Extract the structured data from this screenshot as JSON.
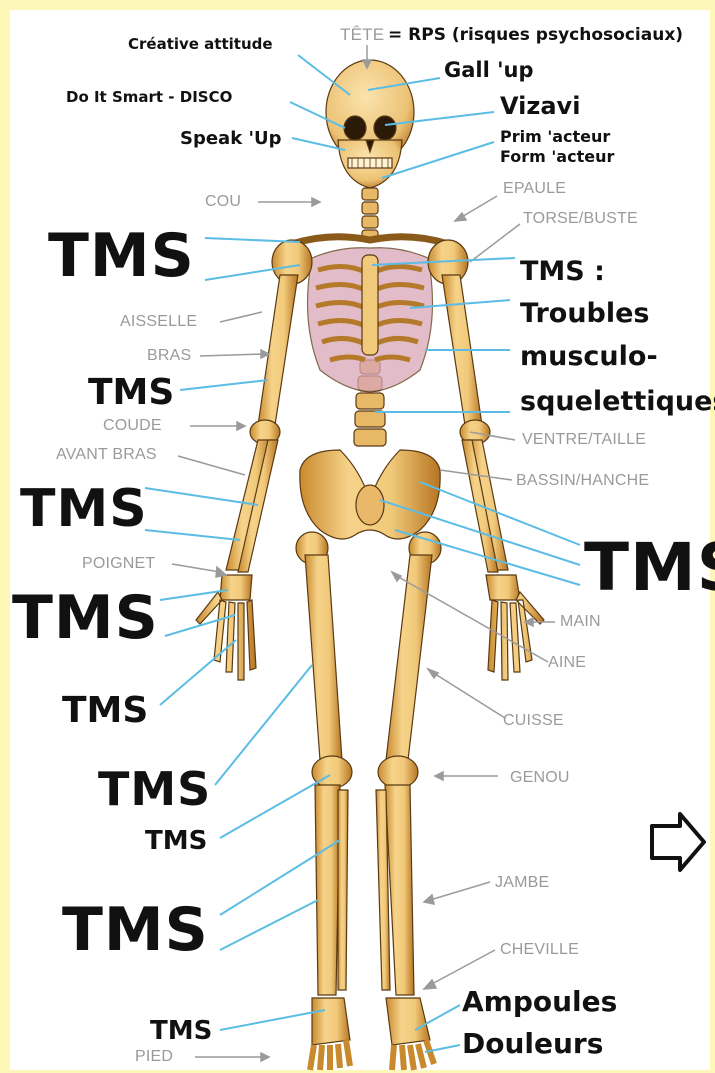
{
  "header": {
    "tete_label": "TÊTE",
    "rps_label": "= RPS (risques psychosociaux)"
  },
  "programs": {
    "creative": "Créative attitude",
    "gallup": "Gall 'up",
    "disco": "Do It Smart - DISCO",
    "vizavi": "Vizavi",
    "speakup": "Speak 'Up",
    "prim": "Prim 'acteur",
    "form": "Form 'acteur"
  },
  "anatomy": {
    "cou": "COU",
    "epaule": "EPAULE",
    "torse": "TORSE/BUSTE",
    "aisselle": "AISSELLE",
    "bras": "BRAS",
    "coude": "COUDE",
    "avant_bras": "AVANT BRAS",
    "ventre": "VENTRE/TAILLE",
    "bassin": "BASSIN/HANCHE",
    "poignet": "POIGNET",
    "main": "MAIN",
    "aine": "AINE",
    "cuisse": "CUISSE",
    "genou": "GENOU",
    "jambe": "JAMBE",
    "cheville": "CHEVILLE",
    "pied": "PIED"
  },
  "tms": {
    "shoulder": "TMS",
    "arm": "TMS",
    "forearm": "TMS",
    "wrist": "TMS",
    "hand": "TMS",
    "right": "TMS",
    "thigh": "TMS",
    "knee": "TMS",
    "leg": "TMS",
    "foot": "TMS"
  },
  "definition": {
    "line1": "TMS :",
    "line2": "Troubles",
    "line3": "musculo-",
    "line4": "squelettiques"
  },
  "foot_notes": {
    "ampoules": "Ampoules",
    "douleurs": "Douleurs"
  },
  "colors": {
    "border": "#fdf7b8",
    "bone": "#f1c97a",
    "bone_shadow": "#c98a2e",
    "bone_outline": "#5a3a12",
    "leader_blue": "#5bbde4",
    "leader_gray": "#9a9a9a",
    "rib_pink": "#d9a6b6"
  },
  "icons": {
    "arrow": "right-arrow-icon"
  }
}
